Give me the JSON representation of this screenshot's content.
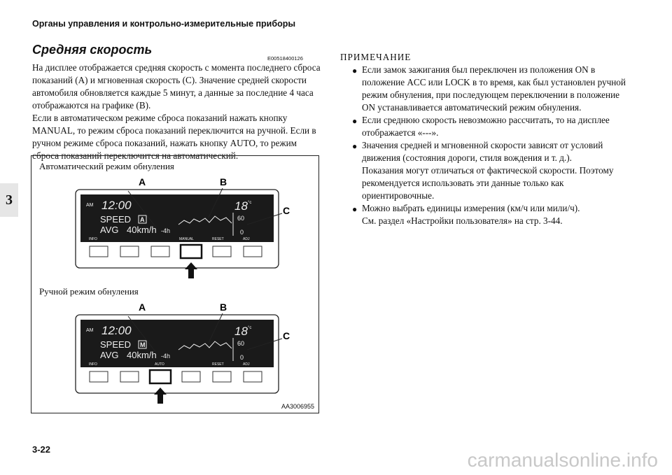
{
  "header": "Органы управления и контрольно-измерительные приборы",
  "section_number": "3",
  "title": "Средняя скорость",
  "doc_code": "E00518400126",
  "body_paragraphs": [
    "На дисплее отображается средняя скорость с момента последнего сброса показаний (A) и мгновенная скорость (C). Значение средней скорости автомобиля обновляется каждые 5 минут, а данные за последние 4 часа отображаются на графике (B).",
    "Если в автоматическом режиме сброса показаний нажать кнопку MANUAL, то режим сброса показаний переключится на ручной. Если в ручном режиме сброса показаний, нажать кнопку AUTO, то режим сброса показаний переключится на автоматический."
  ],
  "figure": {
    "auto_label": "Автоматический режим обнуления",
    "manual_label": "Ручной режим обнуления",
    "figure_code": "AA3006955",
    "callouts": {
      "a": "A",
      "b": "B",
      "c": "C"
    },
    "display": {
      "am": "AM",
      "time": "12:00",
      "temp": "18",
      "temp_unit": "°c",
      "speed": "SPEED",
      "avg": "AVG",
      "avg_value": "40km/h",
      "graph_hours": "-4h",
      "graph_max": "60",
      "graph_min": "0",
      "auto_mode_indicator": "A",
      "manual_mode_indicator": "M",
      "auto_buttons": [
        "INFO",
        "MANUAL",
        "RESET",
        "ADJ"
      ],
      "manual_buttons": [
        "INFO",
        "AUTO",
        "RESET",
        "ADJ"
      ]
    }
  },
  "note": {
    "title": "ПРИМЕЧАНИЕ",
    "items": [
      [
        "Если замок зажигания был переключен из положения ON в положение ACC или LOCK в то время, как был установлен ручной режим обнуления, при последующем переключении в положение ON устанавливается автоматический режим обнуления."
      ],
      [
        "Если среднюю скорость невозможно рассчитать, то на дисплее отображается «---»."
      ],
      [
        "Значения средней и мгновенной скорости зависят от условий движения (состояния дороги, стиля вождения и т. д.).",
        "Показания могут отличаться от фактической скорости. Поэтому рекомендуется использовать эти данные только как ориентировочные."
      ],
      [
        "Можно выбрать единицы измерения (км/ч или мили/ч).",
        "См. раздел «Настройки пользователя» на стр. 3-44."
      ]
    ]
  },
  "page_number": "3-22",
  "watermark": "carmanualsonline.info"
}
